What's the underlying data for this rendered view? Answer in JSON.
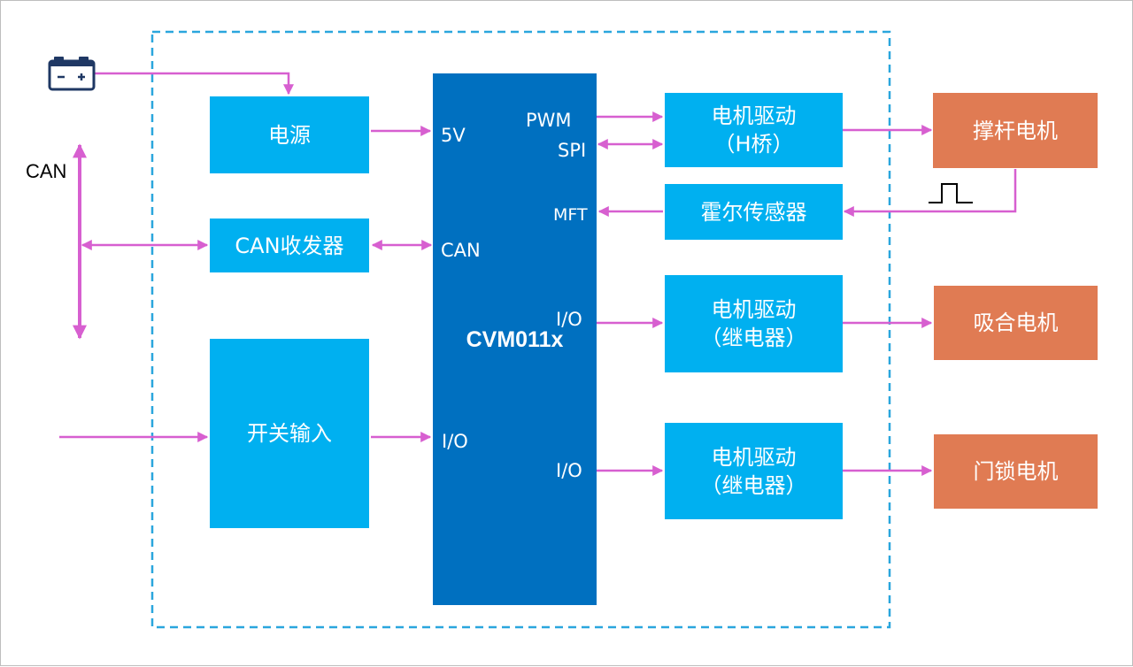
{
  "colors": {
    "block": "#00B0F0",
    "mcu": "#0070C0",
    "motor": "#E07B53",
    "wire": "#D75FD0",
    "boundary": "#2AA6DD"
  },
  "external": {
    "can_bus_label": "CAN",
    "battery_icon": "car-battery-icon",
    "pulse_icon": "square-pulse-icon"
  },
  "mcu": {
    "name": "CVM011x",
    "pins": {
      "v5": "5V",
      "can": "CAN",
      "io_in": "I/O",
      "pwm": "PWM",
      "spi": "SPI",
      "mft": "MFT",
      "io_out1": "I/O",
      "io_out2": "I/O"
    }
  },
  "blocks": {
    "power": "电源",
    "can_transceiver": "CAN收发器",
    "switch_input": "开关输入",
    "driver_h": {
      "line1": "电机驱动",
      "line2": "（H桥）"
    },
    "hall_sensor": "霍尔传感器",
    "driver_relay1": {
      "line1": "电机驱动",
      "line2": "（继电器）"
    },
    "driver_relay2": {
      "line1": "电机驱动",
      "line2": "（继电器）"
    }
  },
  "motors": {
    "strut": "撑杆电机",
    "suction": "吸合电机",
    "door_lock": "门锁电机"
  }
}
